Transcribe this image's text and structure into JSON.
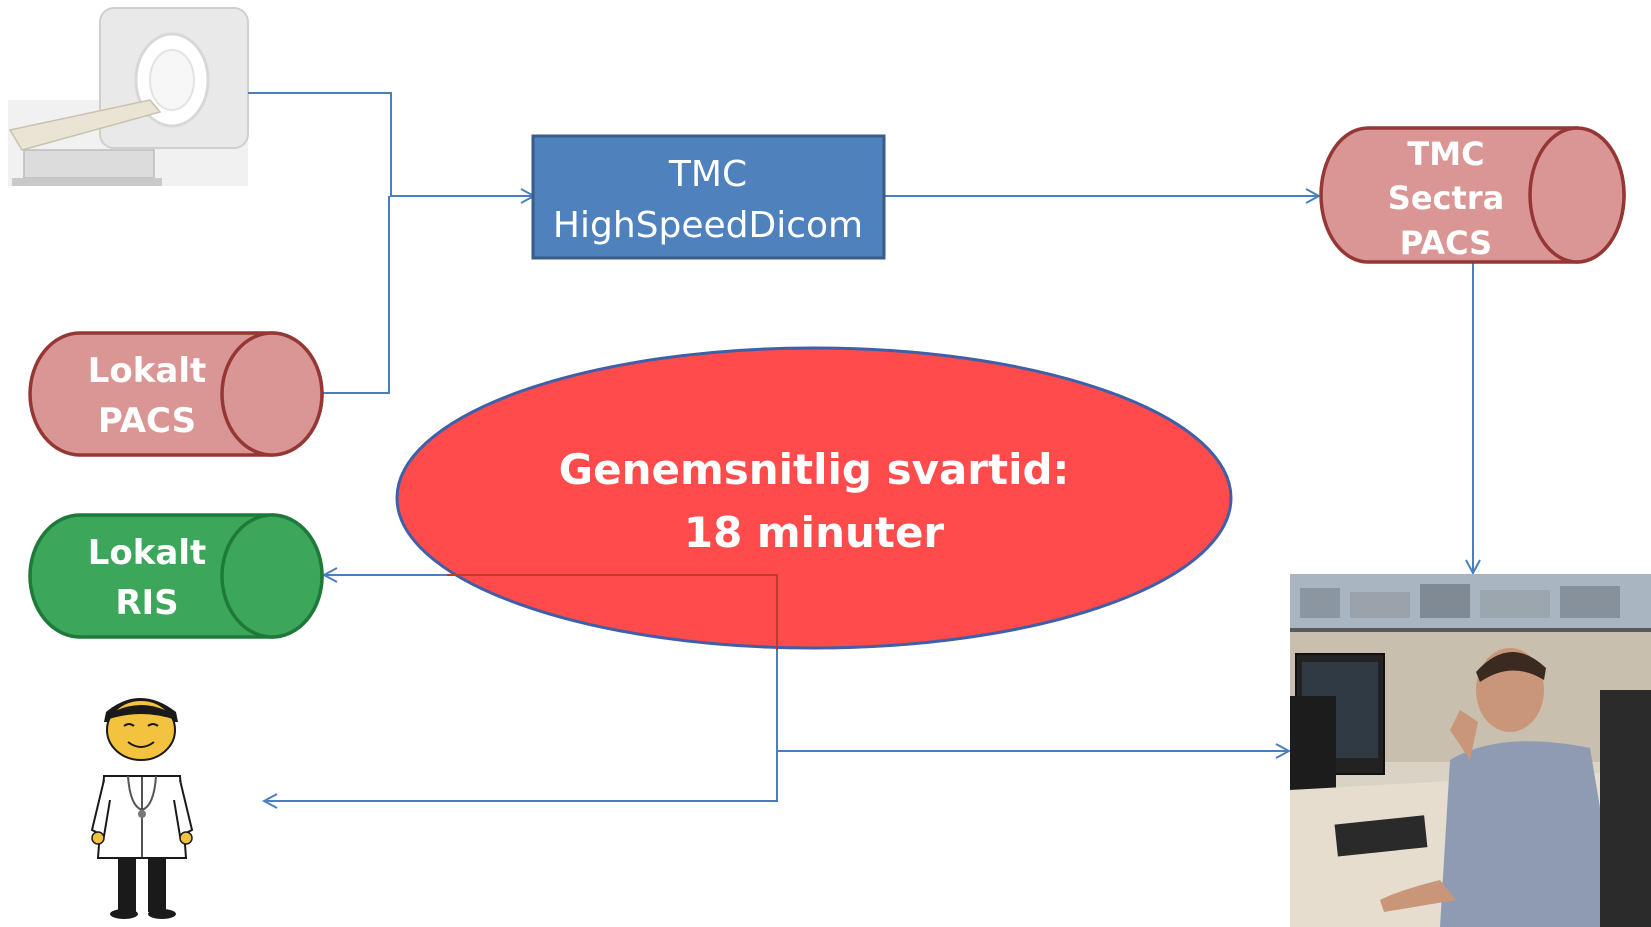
{
  "nodes": {
    "ct_scanner": {
      "icon": "ct-scanner-icon"
    },
    "highspeed_dicom": {
      "line1": "TMC",
      "line2": "HighSpeedDicom",
      "fill": "#4f81bd",
      "stroke": "#385d8a"
    },
    "tmc_sectra_pacs": {
      "line1": "TMC",
      "line2": "Sectra",
      "line3": "PACS",
      "fill": "#d99694",
      "stroke": "#953735"
    },
    "local_pacs": {
      "line1": "Lokalt",
      "line2": "PACS",
      "fill": "#d99694",
      "stroke": "#953735"
    },
    "local_ris": {
      "line1": "Lokalt",
      "line2": "RIS",
      "fill": "#3ca65a",
      "stroke": "#1f7a3a"
    },
    "doctor": {
      "icon": "doctor-icon"
    },
    "radiologist": {
      "icon": "radiologist-photo"
    }
  },
  "callout": {
    "line1": "Genemsnitlig svartid:",
    "line2": "18 minuter",
    "fill": "#ff4b4b",
    "stroke": "#3f5fa8"
  },
  "colors": {
    "connector": "#4a7ec2",
    "red_connector": "#c0392b"
  }
}
